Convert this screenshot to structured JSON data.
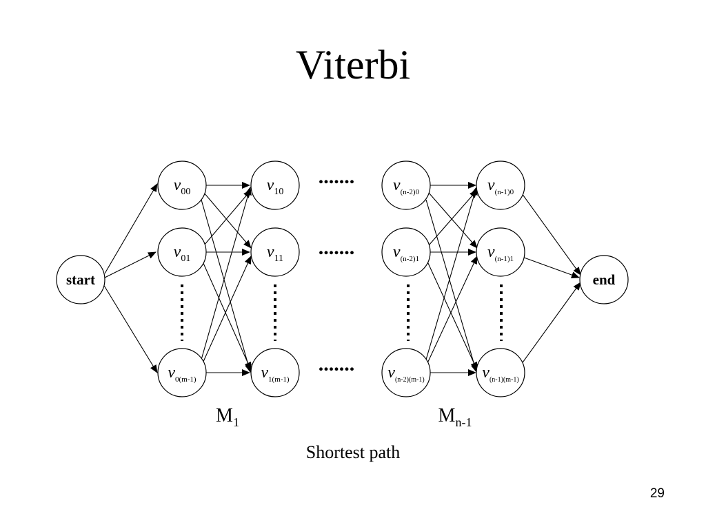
{
  "slide": {
    "title": "Viterbi",
    "caption": "Shortest path",
    "page_number": "29"
  },
  "diagram": {
    "dot_separator": ".......",
    "start_label": "start",
    "end_label": "end",
    "nodes": {
      "v00": {
        "base": "v",
        "sub": "00"
      },
      "v01": {
        "base": "v",
        "sub": "01"
      },
      "v0m": {
        "base": "v",
        "sub": "0(m-1)"
      },
      "v10": {
        "base": "v",
        "sub": "10"
      },
      "v11": {
        "base": "v",
        "sub": "11"
      },
      "v1m": {
        "base": "v",
        "sub": "1(m-1)"
      },
      "vn20": {
        "base": "v",
        "sub": "(n-2)0"
      },
      "vn21": {
        "base": "v",
        "sub": "(n-2)1"
      },
      "vn2m": {
        "base": "v",
        "sub": "(n-2)(m-1)"
      },
      "vn10": {
        "base": "v",
        "sub": "(n-1)0"
      },
      "vn11": {
        "base": "v",
        "sub": "(n-1)1"
      },
      "vn1m": {
        "base": "v",
        "sub": "(n-1)(m-1)"
      }
    },
    "matrix_labels": {
      "m1": {
        "base": "M",
        "sub": "1"
      },
      "mn1": {
        "base": "M",
        "sub": "n-1"
      }
    }
  }
}
